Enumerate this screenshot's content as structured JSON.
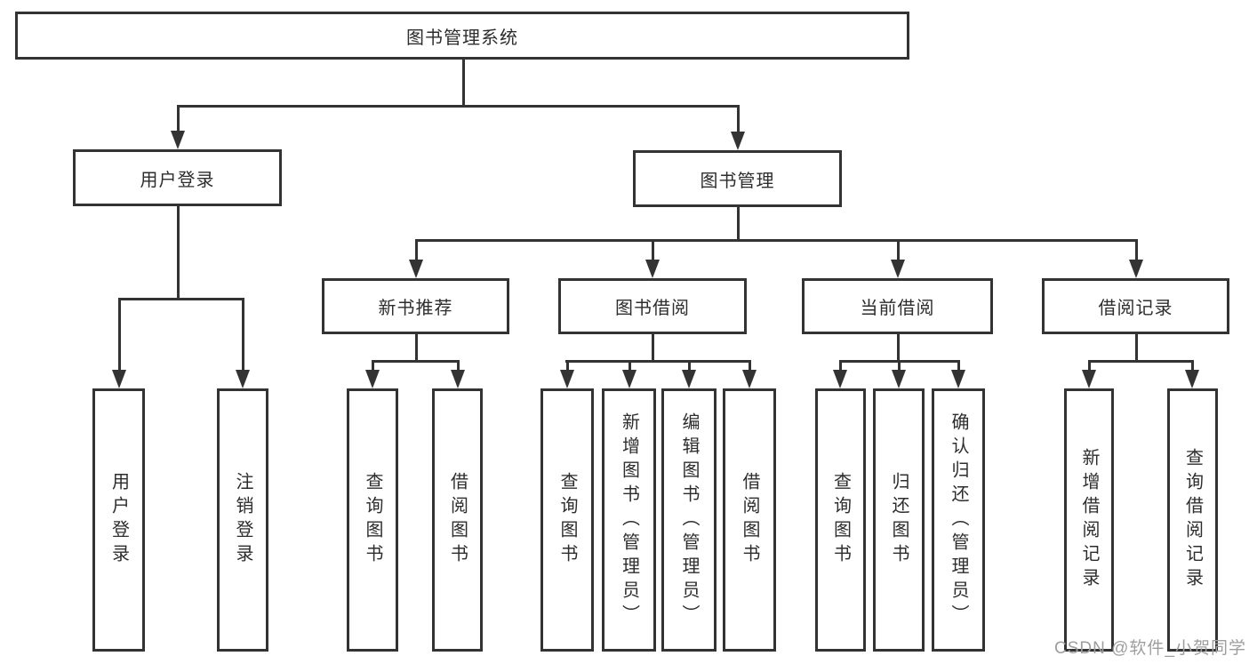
{
  "diagram": {
    "title": "图书管理系统",
    "watermark": "CSDN @软件_小贺同学"
  },
  "colors": {
    "line": "#333333",
    "box_border": "#333333",
    "box_background": "#ffffff",
    "text": "#2d2d2d",
    "watermark": "#9e9e9e"
  },
  "nodes": {
    "root": {
      "label": "图书管理系统"
    },
    "l2": [
      {
        "label": "用户登录"
      },
      {
        "label": "图书管理"
      }
    ],
    "l3": [
      {
        "label": "新书推荐"
      },
      {
        "label": "图书借阅"
      },
      {
        "label": "当前借阅"
      },
      {
        "label": "借阅记录"
      }
    ],
    "l4": [
      {
        "label": "用户登录"
      },
      {
        "label": "注销登录"
      },
      {
        "label": "查询图书"
      },
      {
        "label": "借阅图书"
      },
      {
        "label": "查询图书"
      },
      {
        "label": "新增图书（管理员）"
      },
      {
        "label": "编辑图书（管理员）"
      },
      {
        "label": "借阅图书"
      },
      {
        "label": "查询图书"
      },
      {
        "label": "归还图书"
      },
      {
        "label": "确认归还（管理员）"
      },
      {
        "label": "新增借阅记录"
      },
      {
        "label": "查询借阅记录"
      }
    ]
  },
  "hierarchy": {
    "图书管理系统": {
      "用户登录": [
        "用户登录",
        "注销登录"
      ],
      "图书管理": {
        "新书推荐": [
          "查询图书",
          "借阅图书"
        ],
        "图书借阅": [
          "查询图书",
          "新增图书（管理员）",
          "编辑图书（管理员）",
          "借阅图书"
        ],
        "当前借阅": [
          "查询图书",
          "归还图书",
          "确认归还（管理员）"
        ],
        "借阅记录": [
          "新增借阅记录",
          "查询借阅记录"
        ]
      }
    }
  }
}
